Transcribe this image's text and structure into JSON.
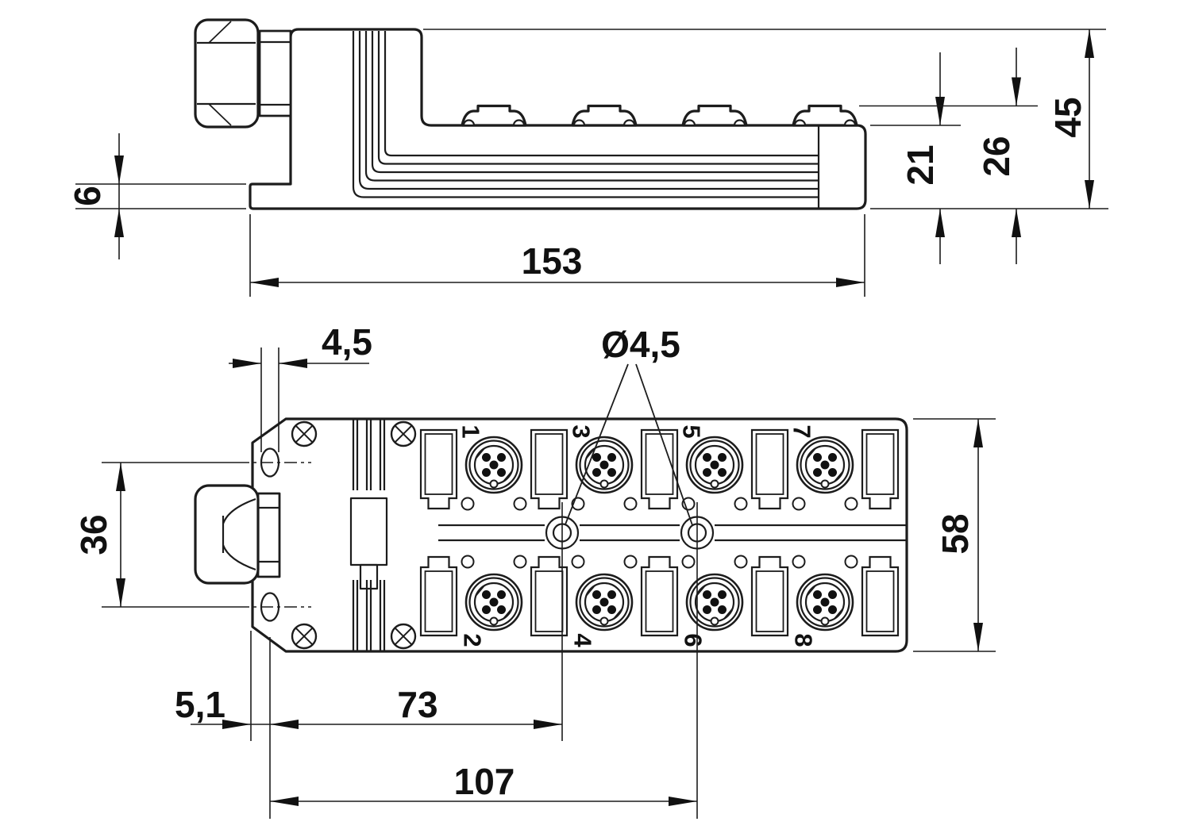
{
  "drawing": {
    "type": "technical-dimension-drawing",
    "line_color": "#1c1c1c",
    "background": "#ffffff"
  },
  "dims": {
    "d6": "6",
    "d153": "153",
    "d21": "21",
    "d26": "26",
    "d45": "45",
    "d45slot": "4,5",
    "dia": "Ø4,5",
    "d36": "36",
    "d58": "58",
    "d51": "5,1",
    "d73": "73",
    "d107": "107"
  },
  "ports": [
    "1",
    "2",
    "3",
    "4",
    "5",
    "6",
    "7",
    "8"
  ]
}
